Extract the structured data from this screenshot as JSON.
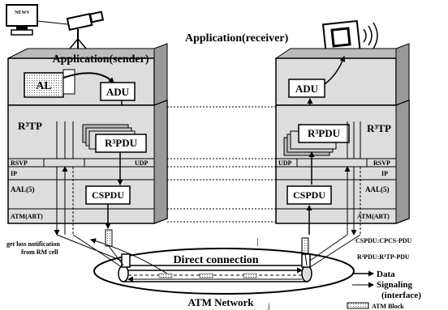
{
  "labels": {
    "news": "NEWS",
    "app_receiver": "Application(receiver)",
    "app_sender": "Application(sender)",
    "al": "AL",
    "adu_sender": "ADU",
    "adu_receiver": "ADU",
    "rtp_left": "R³TP",
    "rtp_right": "R³TP",
    "rpdu_left": "R³PDU",
    "rpdu_right": "R³PDU",
    "rsvp_left": "RSVP",
    "udp_left": "UDP",
    "udp_right": "UDP",
    "rsvp_right": "RSVP",
    "ip_left": "IP",
    "ip_right": "IP",
    "aal_left": "AAL(5)",
    "aal_right": "AAL(5)",
    "cspdu_left": "CSPDU",
    "cspdu_right": "CSPDU",
    "atm_left": "ATM(ABT)",
    "atm_right": "ATM(ABT)",
    "loss_notif_1": "get loss notification",
    "loss_notif_2": "from RM cell",
    "direct_connection": "Direct connection",
    "atm_network": "ATM Network",
    "atm_network_sub": "j",
    "defs": [
      "CSPDU:CPCS-PDU",
      "R³PDU:R³TP-PDU"
    ],
    "legend": {
      "data": "Data",
      "signaling": "Signaling",
      "interface": "(interface)",
      "atm_block": "ATM Block"
    }
  }
}
